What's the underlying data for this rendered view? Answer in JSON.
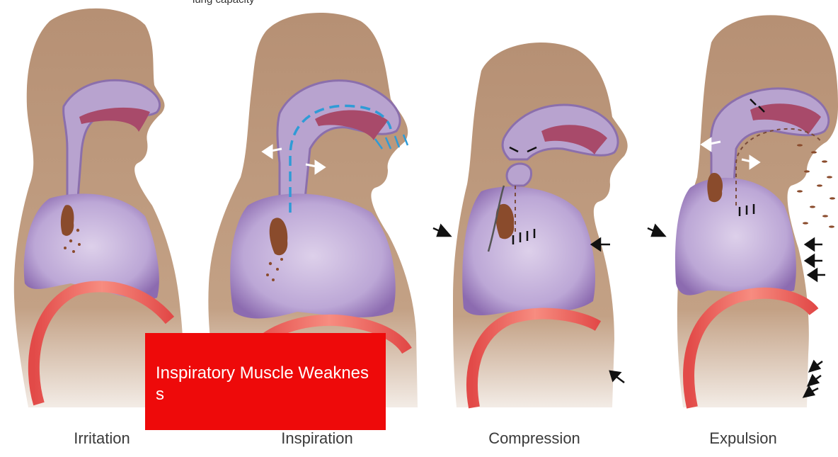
{
  "top_caption": "lung capacity",
  "stages": [
    {
      "id": "irritation",
      "label": "Irritation"
    },
    {
      "id": "inspiration",
      "label": "Inspiration"
    },
    {
      "id": "compression",
      "label": "Compression"
    },
    {
      "id": "expulsion",
      "label": "Expulsion"
    }
  ],
  "overlay": {
    "text": "Inspiratory  Muscle Weakness",
    "background": "#ee0a0a",
    "text_color": "#ffffff"
  },
  "colors": {
    "skin": "#b58f73",
    "airway": "#b9a4cf",
    "airway_dark": "#8f73ad",
    "lung": "#b6a0d2",
    "palate": "#a84a6a",
    "diaphragm": "#ee5a55",
    "mucus": "#8a4b2c",
    "airflow": "#2f9bd6",
    "pressure_arrow": "#111111",
    "wall_arrow_light": "#ffffff"
  },
  "icons": {
    "arrow_in": "black-arrow-icon",
    "arrow_out": "white-arrow-icon"
  }
}
